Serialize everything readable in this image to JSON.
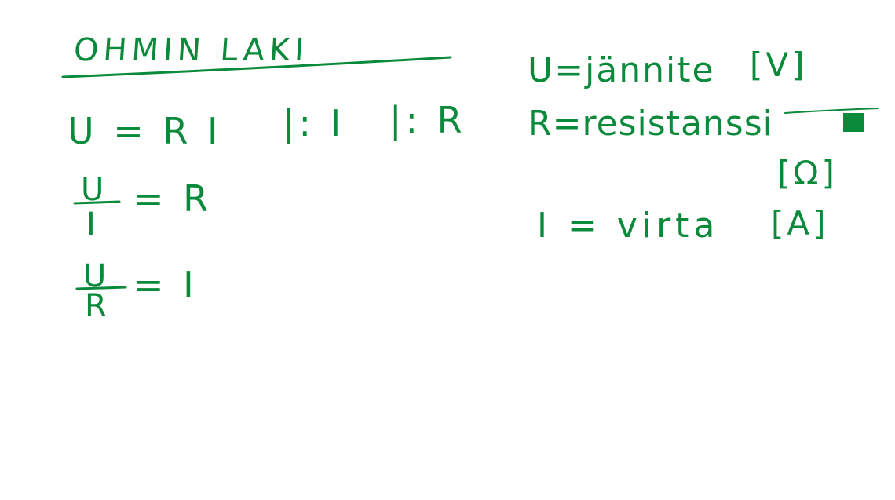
{
  "board": {
    "ink_color": "#0a8a3a",
    "background_color": "#ffffff",
    "title": "OHMIN LAKI",
    "formulas": {
      "main": "U = R I",
      "divide_i": "|: I",
      "divide_r": "|: R",
      "fraction1_num": "U",
      "fraction1_den": "I",
      "fraction1_result": "= R",
      "fraction2_num": "U",
      "fraction2_den": "R",
      "fraction2_result": "= I"
    },
    "definitions": {
      "u_def": "U=jännite",
      "u_unit": "[V]",
      "r_def": "R=resistanssi",
      "r_unit": "[Ω]",
      "i_def": "I = virta",
      "i_unit": "[A]"
    }
  }
}
